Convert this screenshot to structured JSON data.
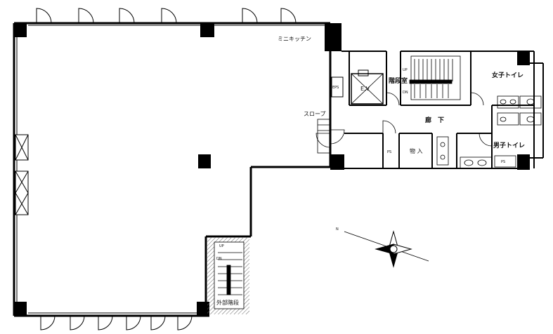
{
  "labels": {
    "mini_kitchen": "ミニキッチン",
    "eps": "EPS",
    "ev": "E.V",
    "stair_room": "階段室",
    "slope": "スロープ",
    "corridor": "廊　下",
    "ps_left": "PS",
    "storage": "物 入",
    "womens_toilet": "女子トイレ",
    "mens_toilet": "男子トイレ",
    "ps_right": "PS",
    "external_stairs": "外部階段",
    "up_main": "UP",
    "dn_main": "DN",
    "up_ext": "UP",
    "dn_ext": "DN",
    "compass_n": "N"
  },
  "colors": {
    "wall": "#000000",
    "line": "#222222",
    "hatch": "#555555"
  }
}
